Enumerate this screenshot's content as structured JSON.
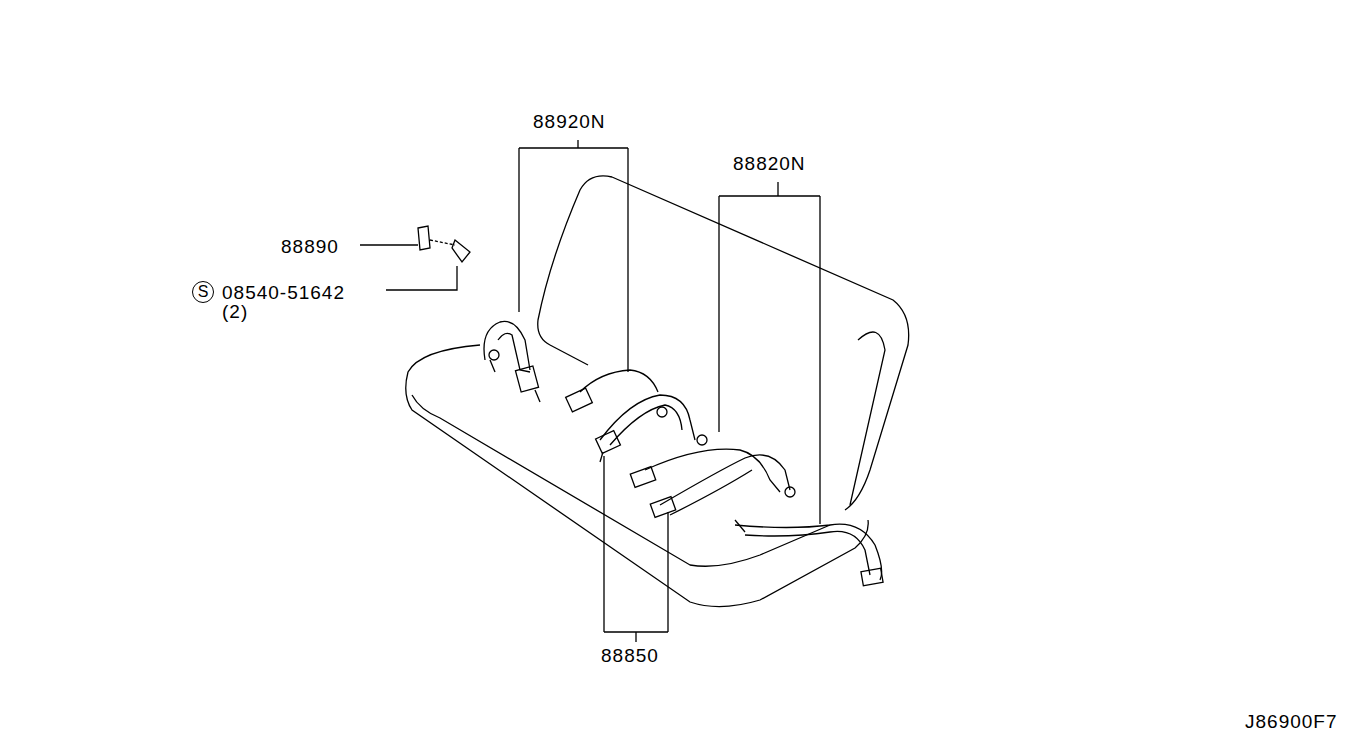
{
  "diagram": {
    "labels": [
      "88920N",
      "88820N",
      "88890",
      "S",
      "08540-51642",
      "(2)",
      "88850",
      "J86900F7"
    ]
  }
}
